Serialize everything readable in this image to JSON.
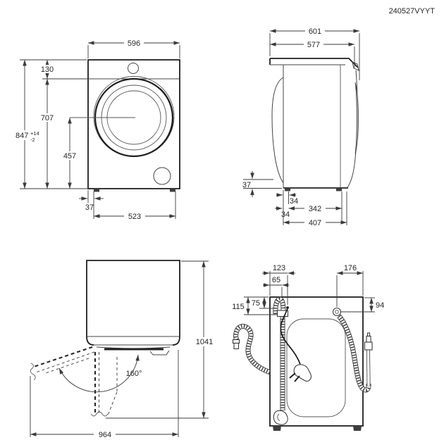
{
  "doc_code": "240527VYYT",
  "colors": {
    "line": "#3a3a3a",
    "line_bold": "#1f1f1f",
    "text": "#262626",
    "background": "#ffffff"
  },
  "front": {
    "width": "596",
    "control_panel_height": "130",
    "panel_to_floor": "707",
    "total_height": "847",
    "total_height_tol_plus": "+14",
    "total_height_tol_minus": "-2",
    "door_center_to_floor": "457",
    "foot_inset": "37",
    "feet_spacing": "523"
  },
  "side": {
    "total_depth": "601",
    "body_depth": "577",
    "plinth_height": "37",
    "front_foot_inset": "34",
    "feet_spacing": "342",
    "rear_foot_inset": "34",
    "feet_span": "407"
  },
  "top": {
    "depth_door_open": "1041",
    "door_opening_angle": "160°",
    "width_door_open": "964"
  },
  "rear": {
    "power_cord_offset": "123",
    "drain_hose_offset": "65",
    "inlet_hose_offset": "176",
    "drain_clamp_drop": "115",
    "drain_hose_drop": "75",
    "inlet_drop": "94"
  }
}
